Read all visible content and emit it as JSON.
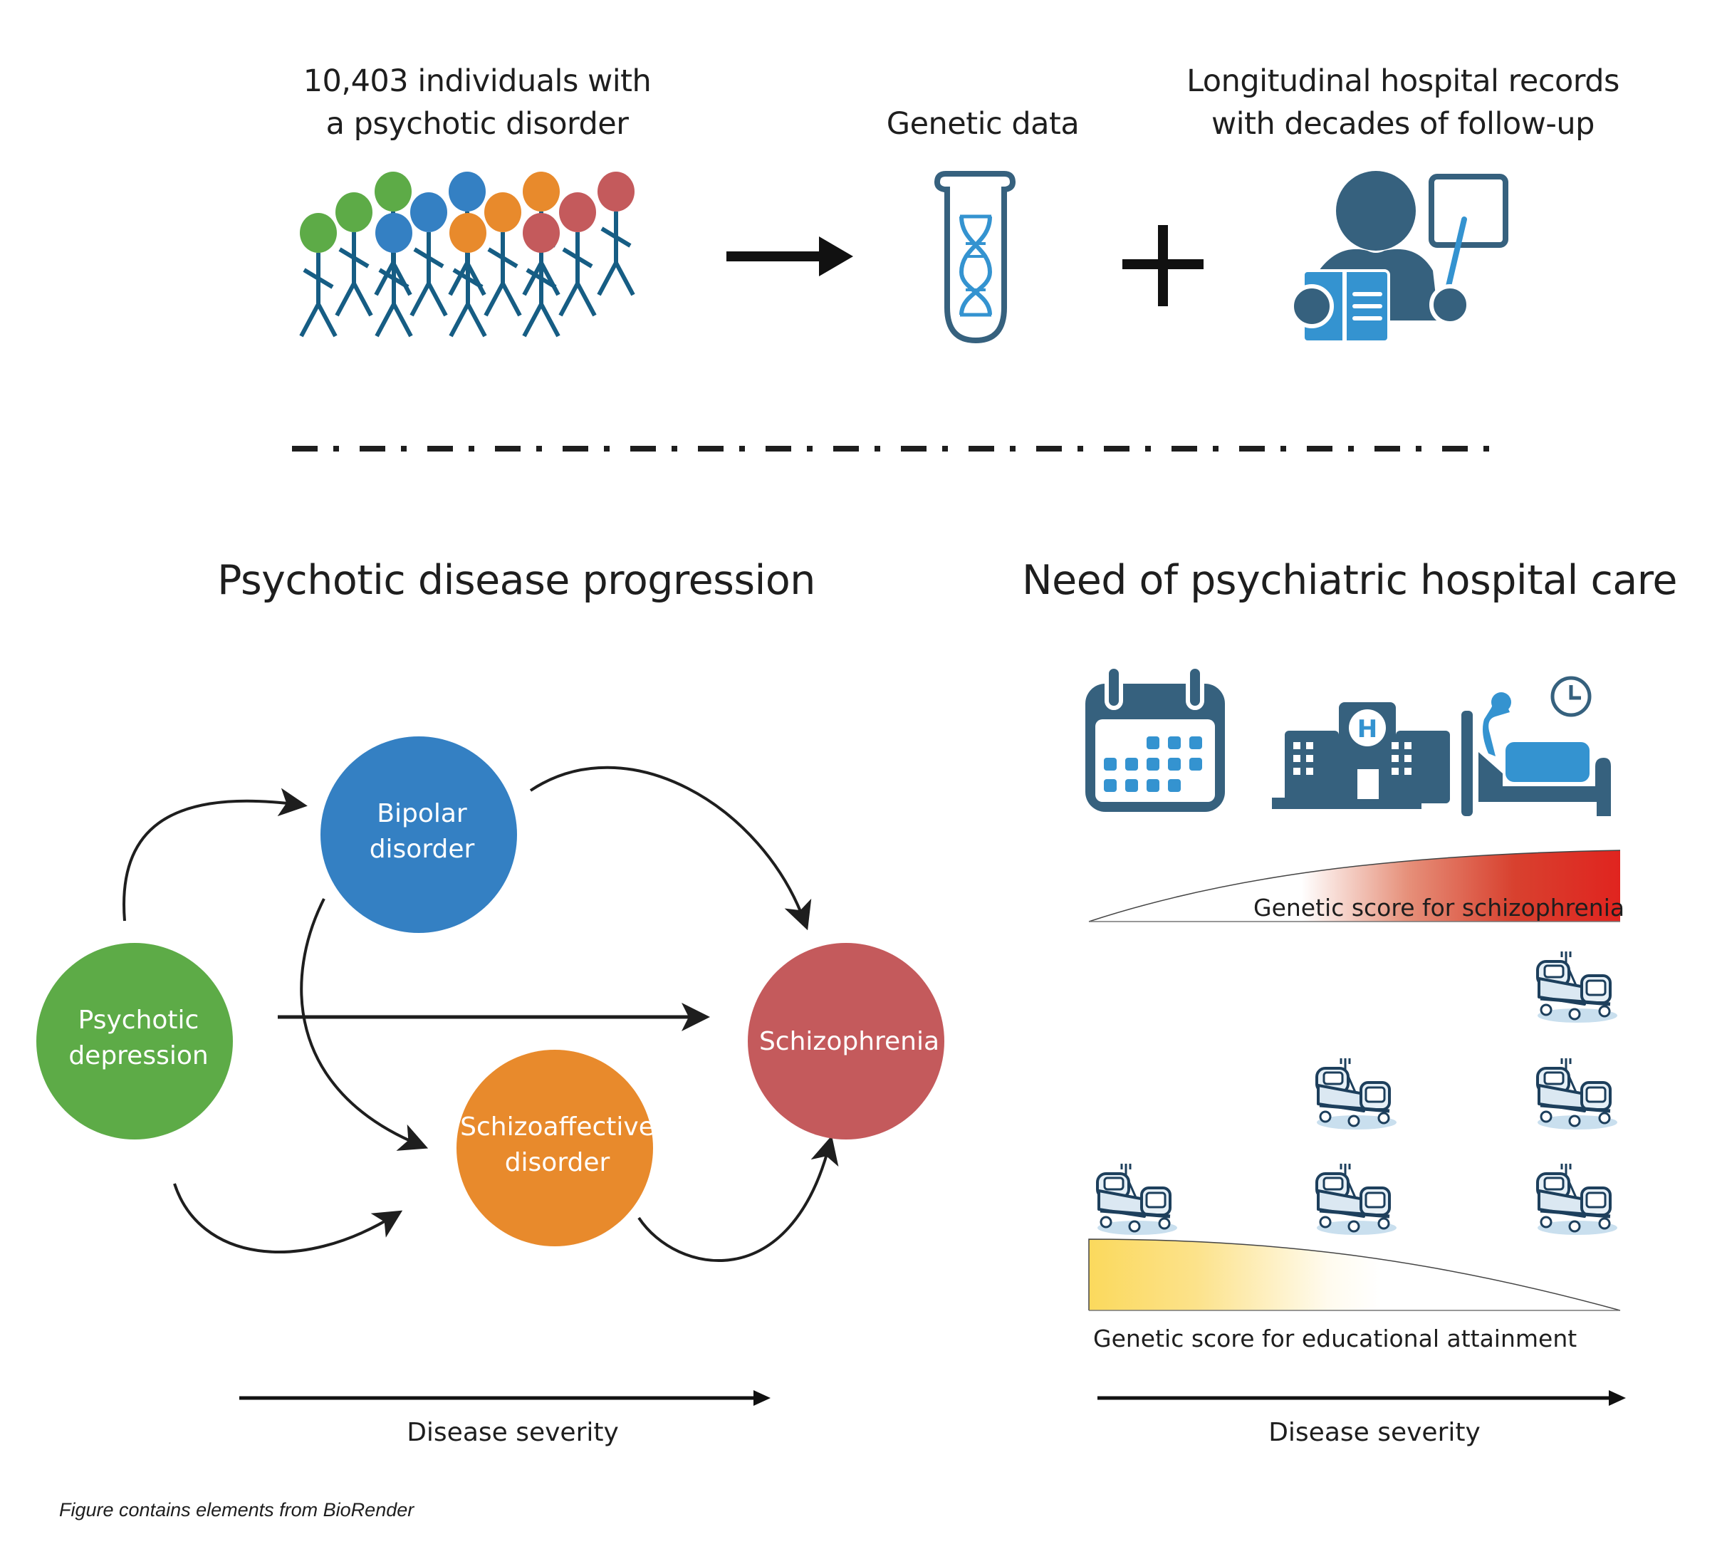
{
  "top": {
    "cohort_label_line1": "10,403 individuals with",
    "cohort_label_line2": "a psychotic disorder",
    "genetic_label": "Genetic data",
    "records_label_line1": "Longitudinal hospital records",
    "records_label_line2": "with decades of follow-up",
    "stick_figure_head_colors": [
      "#5dab47",
      "#5dab47",
      "#5dab47",
      "#3480c3",
      "#3480c3",
      "#3480c3",
      "#e88a2c",
      "#e88a2c",
      "#e88a2c",
      "#c45a5c",
      "#c45a5c",
      "#c45a5c"
    ],
    "stick_figure_body_color": "#165d84",
    "icon_dark": "#36617e",
    "icon_light": "#3493d0"
  },
  "left_panel": {
    "title": "Psychotic disease progression",
    "nodes": [
      {
        "id": "psychotic-depression",
        "line1": "Psychotic",
        "line2": "depression",
        "color": "#5dab47"
      },
      {
        "id": "bipolar-disorder",
        "line1": "Bipolar",
        "line2": "disorder",
        "color": "#3480c3"
      },
      {
        "id": "schizoaffective-disorder",
        "line1": "Schizoaffective",
        "line2": "disorder",
        "color": "#e88a2c"
      },
      {
        "id": "schizophrenia",
        "line1": "Schizophrenia",
        "line2": "",
        "color": "#c45a5c"
      }
    ],
    "edges": [
      {
        "from": "psychotic-depression",
        "to": "bipolar-disorder"
      },
      {
        "from": "psychotic-depression",
        "to": "schizophrenia"
      },
      {
        "from": "psychotic-depression",
        "to": "schizoaffective-disorder"
      },
      {
        "from": "bipolar-disorder",
        "to": "schizophrenia"
      },
      {
        "from": "bipolar-disorder",
        "to": "schizoaffective-disorder"
      },
      {
        "from": "schizoaffective-disorder",
        "to": "schizophrenia"
      }
    ],
    "axis_label": "Disease severity"
  },
  "right_panel": {
    "title": "Need of psychiatric hospital care",
    "care_icons": [
      "calendar-icon",
      "hospital-building-icon",
      "inpatient-bed-clock-icon"
    ],
    "schizophrenia_score_label": "Genetic  score for schizophrenia",
    "schizophrenia_score_color": "#e0241f",
    "education_score_label": "Genetic  score for educational attainment",
    "education_score_color": "#fbd95d",
    "bed_counts_by_severity": [
      1,
      2,
      3
    ],
    "axis_label": "Disease severity"
  },
  "footnote": "Figure contains elements from BioRender"
}
